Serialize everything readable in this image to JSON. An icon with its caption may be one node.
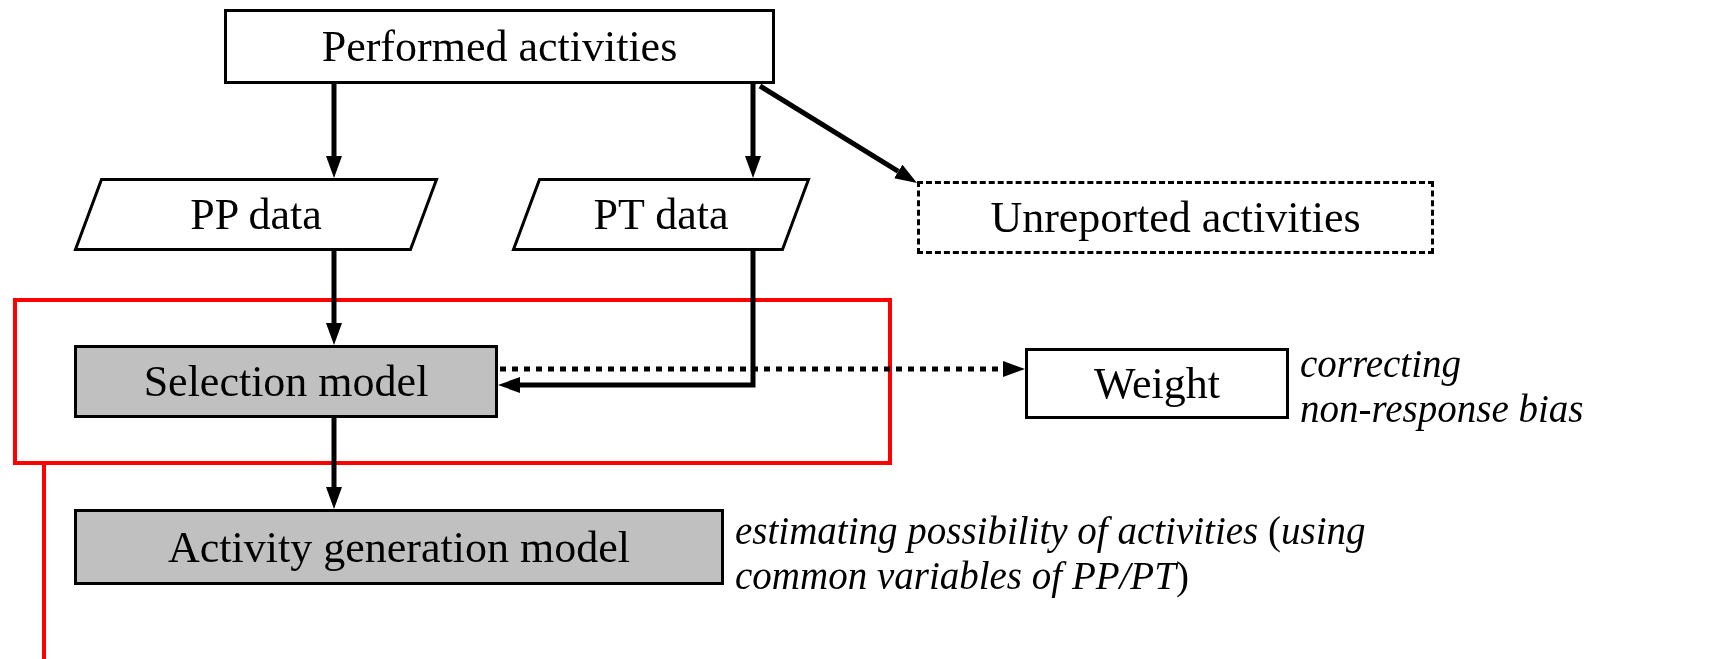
{
  "diagram": {
    "nodes": [
      {
        "text": [
          "Performed activities"
        ]
      },
      {
        "text": [
          "PP data"
        ]
      },
      {
        "text": [
          "PT data"
        ]
      },
      {
        "text": [
          "Unreported activities"
        ]
      },
      {
        "text": [],
        "shape": "box"
      },
      {
        "text": [
          "Selection model"
        ],
        "in": 4
      },
      {
        "text": [
          "Weight"
        ],
        "beside": [
          "correcting non-response bias"
        ]
      },
      {
        "text": [
          "Activity generation model"
        ],
        "beside": [
          "*estimating possibility of activities* (*using common variables of PP/PT*)"
        ]
      }
    ],
    "edges": [
      {
        "from": 0,
        "to": 1,
        "arrow": "to"
      },
      {
        "from": 0,
        "to": 2,
        "arrow": "to"
      },
      {
        "from": 0,
        "to": 3,
        "arrow": "to"
      },
      {
        "from": 1,
        "to": 5,
        "arrow": "to"
      },
      {
        "from": 2,
        "to": 5,
        "arrow": "to"
      },
      {
        "from": 5,
        "to": 6,
        "arrow": "to",
        "style": "dashed"
      },
      {
        "from": 5,
        "to": 7,
        "arrow": "to"
      },
      {
        "from": 4,
        "to": null,
        "arrow": "none",
        "color": "#ff0000"
      }
    ]
  }
}
